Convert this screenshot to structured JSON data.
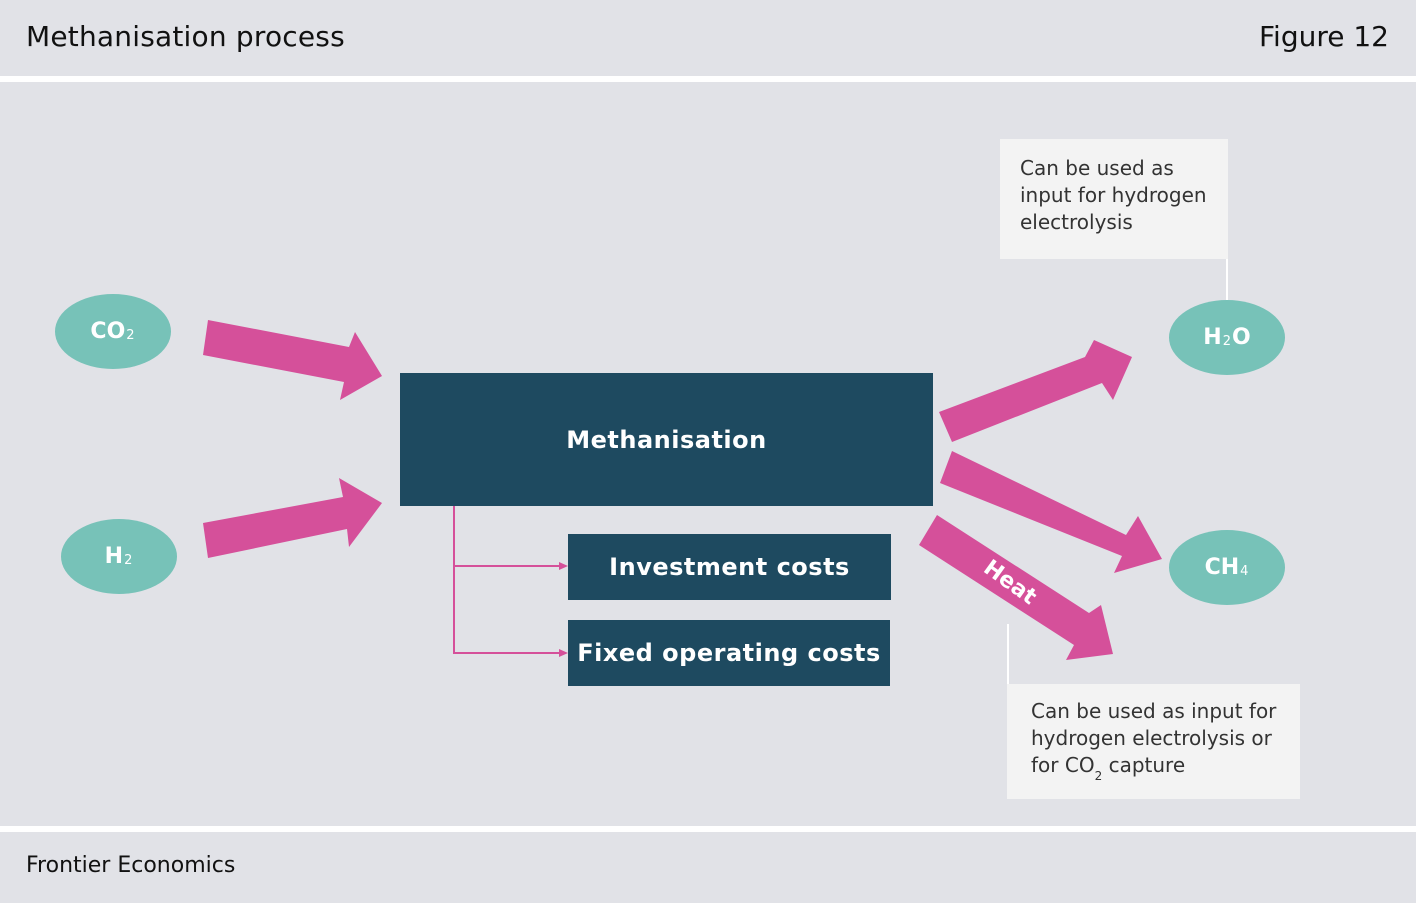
{
  "header": {
    "title": "Methanisation process",
    "figure": "Figure 12"
  },
  "footer": {
    "source": "Frontier Economics"
  },
  "inputs": {
    "co2": {
      "base": "CO",
      "sub": "2"
    },
    "h2": {
      "base": "H",
      "sub": "2"
    }
  },
  "outputs": {
    "h2o": {
      "base": "H",
      "sub": "2",
      "rest": "O"
    },
    "ch4": {
      "base": "CH",
      "sub": "4"
    }
  },
  "process": {
    "label": "Methanisation"
  },
  "costs": {
    "investment": "Investment costs",
    "fixed_operating": "Fixed operating costs"
  },
  "heat": {
    "label": "Heat"
  },
  "notes": {
    "water_lines": [
      "Can be used as",
      "input for hydrogen",
      "electrolysis"
    ],
    "heat_line1": "Can be used as input for",
    "heat_line2": "hydrogen electrolysis or",
    "heat_line3_pre": "for CO",
    "heat_line3_sub": "2",
    "heat_line3_post": " capture"
  },
  "colors": {
    "arrow": "#d5509a",
    "box": "#1e4a60",
    "oval": "#77c2b8",
    "background": "#e1e2e7"
  }
}
